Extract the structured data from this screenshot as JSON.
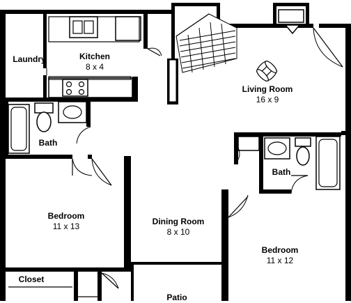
{
  "floorplan": {
    "rooms": [
      {
        "key": "laundry",
        "name": "Laundry",
        "dims": ""
      },
      {
        "key": "kitchen",
        "name": "Kitchen",
        "dims": "8 x 4"
      },
      {
        "key": "living",
        "name": "Living Room",
        "dims": "16 x 9"
      },
      {
        "key": "bath1",
        "name": "Bath",
        "dims": ""
      },
      {
        "key": "bath2",
        "name": "Bath",
        "dims": ""
      },
      {
        "key": "bedroom1",
        "name": "Bedroom",
        "dims": "11 x 13"
      },
      {
        "key": "dining",
        "name": "Dining Room",
        "dims": "8 x 10"
      },
      {
        "key": "bedroom2",
        "name": "Bedroom",
        "dims": "11 x 12"
      },
      {
        "key": "closet",
        "name": "Closet",
        "dims": ""
      },
      {
        "key": "patio",
        "name": "Patio",
        "dims": ""
      }
    ]
  },
  "colors": {
    "line": "#000000",
    "background": "#ffffff"
  }
}
